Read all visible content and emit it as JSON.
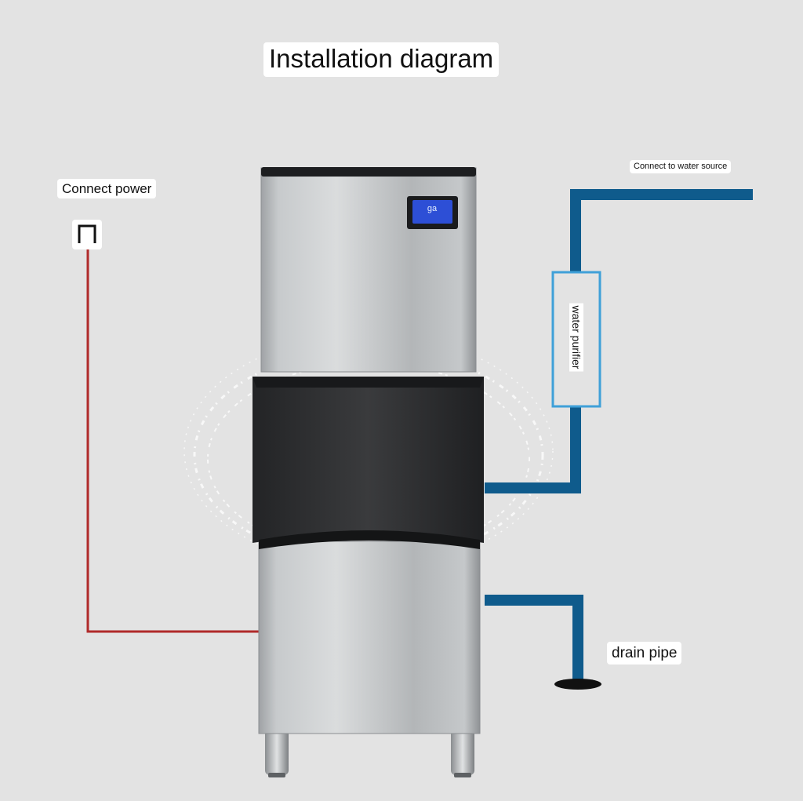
{
  "diagram": {
    "title": "Installation diagram",
    "power_label": "Connect power",
    "water_label": "Connect to water source",
    "purifier_label": "water purifier",
    "drain_label": "drain pipe",
    "display_text": "ga"
  },
  "colors": {
    "background": "#e3e3e3",
    "power_line": "#b02a2a",
    "water_pipe": "#0f5b8c",
    "purifier_border": "#3fa0d8",
    "machine_steel": "#b9bcbf",
    "bin_door": "#2c2d2f",
    "display": "#2d4fd6"
  },
  "icons": [
    "power-plug-icon",
    "water-splash-icon",
    "drain-hole-icon"
  ]
}
